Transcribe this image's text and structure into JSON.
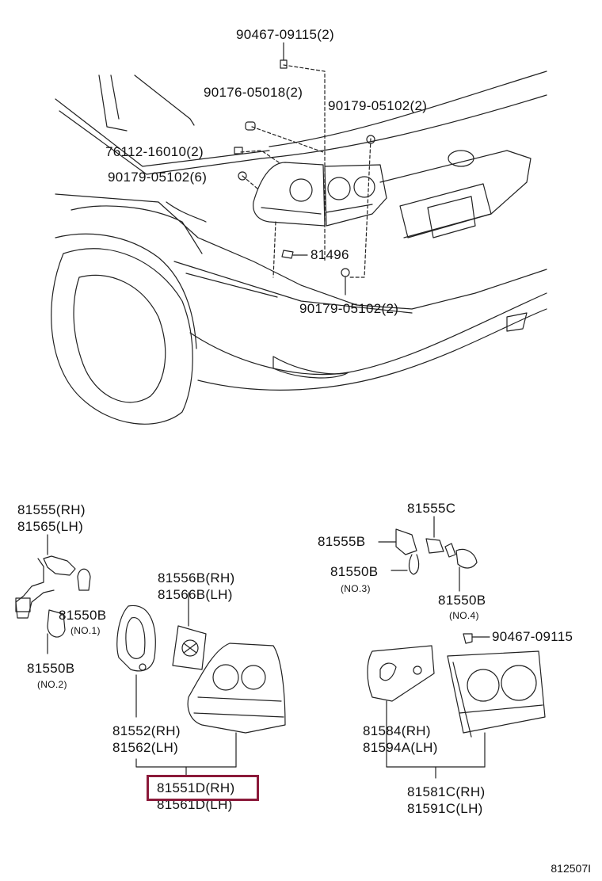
{
  "labels": {
    "p90467_top": "90467-09115(2)",
    "p90176": "90176-05018(2)",
    "p90179_right": "90179-05102(2)",
    "p76112": "76112-16010(2)",
    "p90179_left": "90179-05102(6)",
    "p81496": "81496",
    "p90179_bottom": "90179-05102(2)",
    "p81555_rh": "81555(RH)",
    "p81565_lh": "81565(LH)",
    "p81550b_no1": "81550B",
    "no1": "(NO.1)",
    "p81550b_no2": "81550B",
    "no2": "(NO.2)",
    "p81556b_rh": "81556B(RH)",
    "p81566b_lh": "81566B(LH)",
    "p81552_rh": "81552(RH)",
    "p81562_lh": "81562(LH)",
    "p81551d_rh": "81551D(RH)",
    "p81561d_lh": "81561D(LH)",
    "p81555c": "81555C",
    "p81555b": "81555B",
    "p81550b_no3": "81550B",
    "no3": "(NO.3)",
    "p81550b_no4": "81550B",
    "no4": "(NO.4)",
    "p90467_right": "90467-09115",
    "p81584_rh": "81584(RH)",
    "p81594a_lh": "81594A(LH)",
    "p81581c_rh": "81581C(RH)",
    "p81591c_lh": "81591C(LH)",
    "diagram_code": "812507I"
  },
  "highlight_color": "#8b1a3a"
}
